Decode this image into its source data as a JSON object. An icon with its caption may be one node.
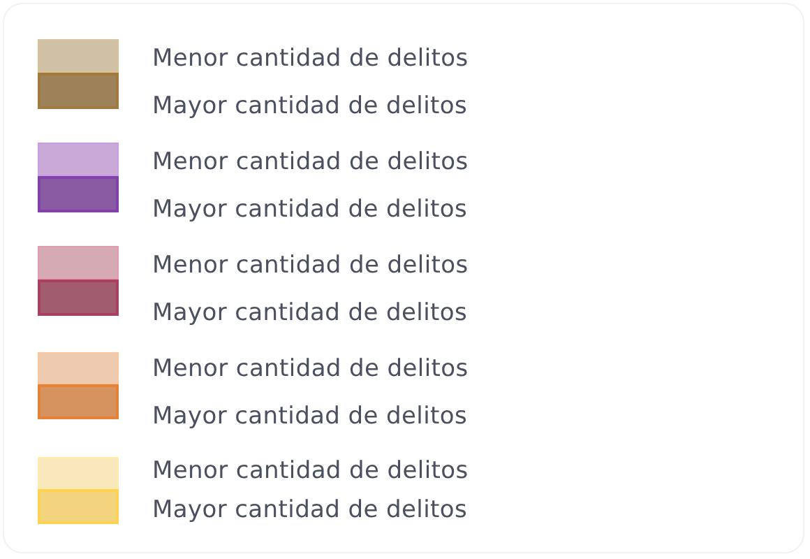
{
  "diagram": {
    "legend": [
      {
        "text": "Menor cantidad de delitos",
        "color": "#cfc0a6"
      },
      {
        "text": "Mayor cantidad de delitos",
        "color": "#9c8159"
      },
      {
        "text": "Menor cantidad de delitos",
        "color": "#c9aad7"
      },
      {
        "text": "Mayor cantidad de delitos",
        "color": "#885ba2"
      },
      {
        "text": "Menor cantidad de delitos",
        "color": "#d6aab5"
      },
      {
        "text": "Mayor cantidad de delitos",
        "color": "#a25c70"
      },
      {
        "text": "Menor cantidad de delitos",
        "color": "#eecab0"
      },
      {
        "text": "Mayor cantidad de delitos",
        "color": "#d6925f"
      },
      {
        "text": "Menor cantidad de delitos",
        "color": "#f9e8bc"
      },
      {
        "text": "Mayor cantidad de delitos",
        "color": "#f2d47e"
      }
    ]
  }
}
